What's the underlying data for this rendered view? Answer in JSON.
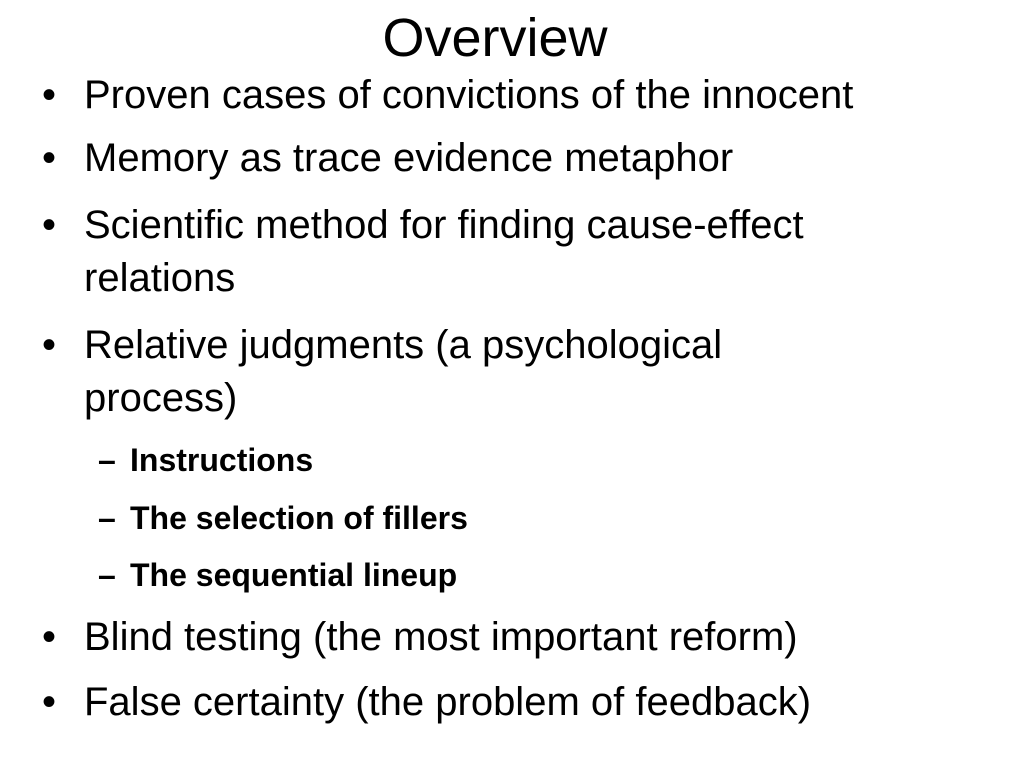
{
  "slide": {
    "title": "Overview",
    "bullet_char": "•",
    "dash_char": "–",
    "items": [
      {
        "level": 1,
        "lines": [
          "Proven cases of convictions of the innocent"
        ]
      },
      {
        "level": 1,
        "lines": [
          "Memory as trace evidence metaphor"
        ]
      },
      {
        "level": 1,
        "lines": [
          "Scientific method for finding cause-effect",
          "relations"
        ]
      },
      {
        "level": 1,
        "lines": [
          "Relative judgments (a psychological",
          "process)"
        ]
      },
      {
        "level": 2,
        "lines": [
          "Instructions"
        ]
      },
      {
        "level": 2,
        "lines": [
          "The selection of fillers"
        ]
      },
      {
        "level": 2,
        "lines": [
          "The sequential lineup"
        ]
      },
      {
        "level": 1,
        "lines": [
          "Blind testing (the most important reform)"
        ]
      },
      {
        "level": 1,
        "lines": [
          "False certainty (the problem of feedback)"
        ]
      }
    ]
  }
}
